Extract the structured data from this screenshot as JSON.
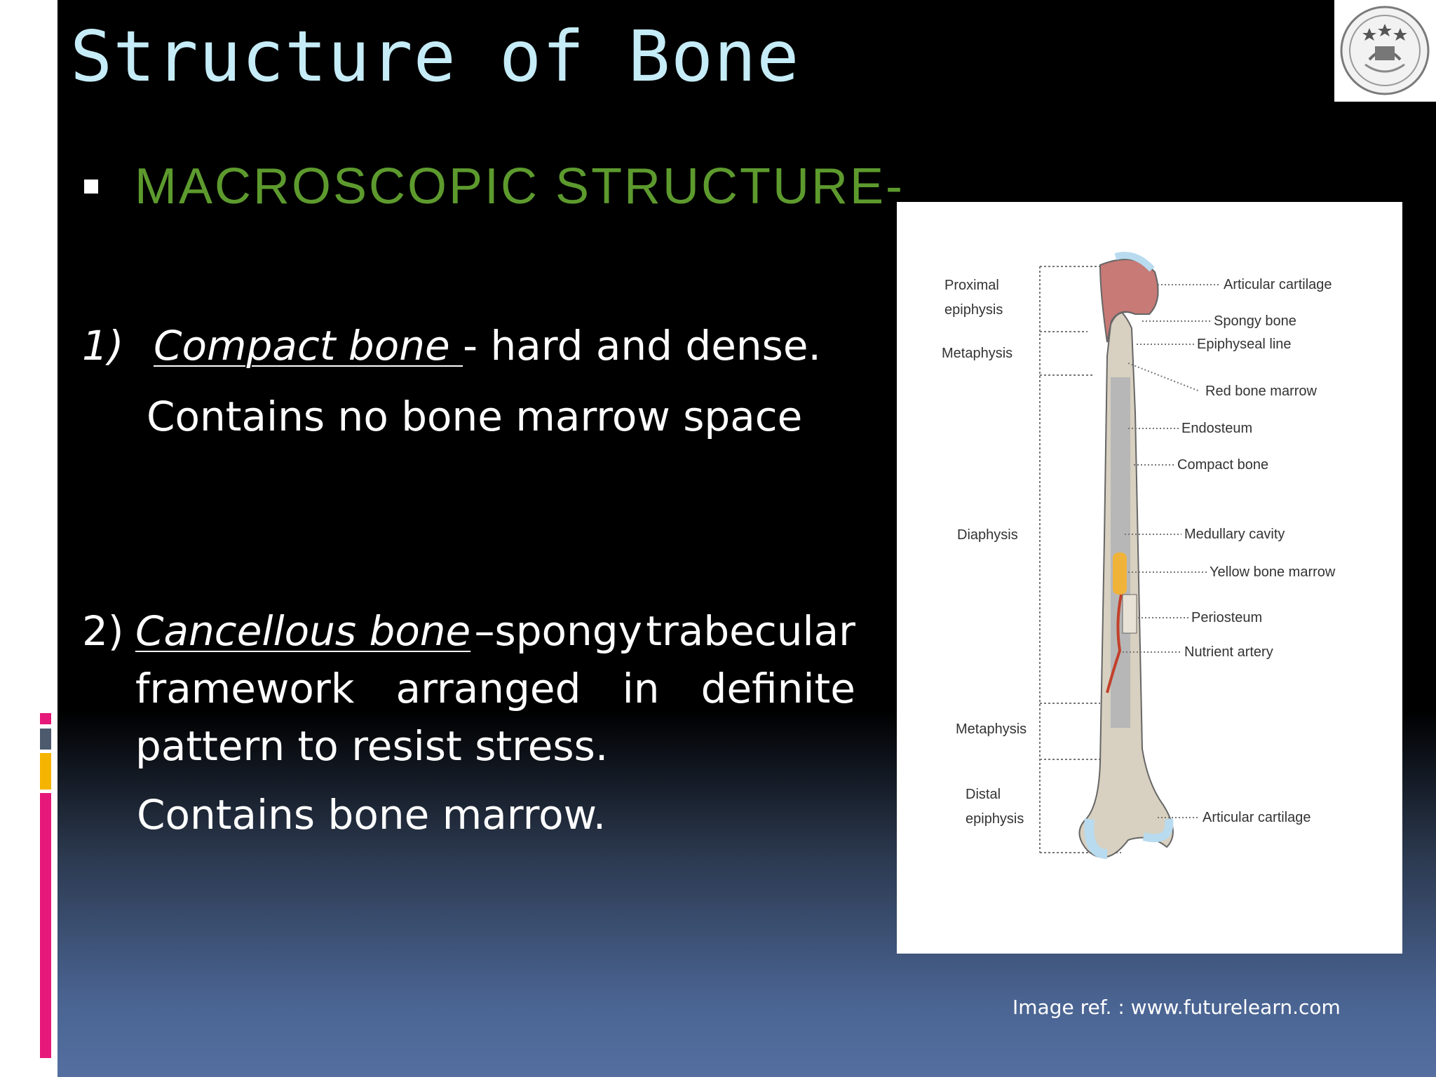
{
  "slide": {
    "title": "Structure of Bone",
    "heading": "MACROSCOPIC  STRUCTURE-",
    "item1": {
      "number": "1)",
      "term": "Compact bone ",
      "definition": "- hard and dense.",
      "note": "Contains no bone marrow space"
    },
    "item2": {
      "number": "2)",
      "term": "Cancellous  bone ",
      "line1_words": [
        "–spongy",
        "trabecular"
      ],
      "line2_words": [
        "framework",
        "arranged",
        "in",
        "definite"
      ],
      "line3": "pattern to resist stress.",
      "note": "Contains bone marrow."
    },
    "caption": "Image ref. : www.futurelearn.com"
  },
  "figure": {
    "left_labels": {
      "proximal_1": "Proximal",
      "proximal_2": "epiphysis",
      "metaphysis_top": "Metaphysis",
      "diaphysis": "Diaphysis",
      "metaphysis_bottom": "Metaphysis",
      "distal_1": "Distal",
      "distal_2": "epiphysis"
    },
    "right_labels": {
      "articular_top": "Articular cartilage",
      "spongy": "Spongy bone",
      "epiphyseal": "Epiphyseal line",
      "red_marrow": "Red bone marrow",
      "endosteum": "Endosteum",
      "compact": "Compact bone",
      "medullary": "Medullary cavity",
      "yellow_marrow": "Yellow bone marrow",
      "periosteum": "Periosteum",
      "nutrient": "Nutrient artery",
      "articular_bottom": "Articular cartilage"
    }
  },
  "colors": {
    "title": "#c5ecf7",
    "heading": "#5d9a2e",
    "deco_pink": "#e6197a",
    "deco_yellow": "#f5b400",
    "deco_gray": "#4d5a6e"
  },
  "icons": {
    "logo": "institution-emblem",
    "deco_bars": "decorative-bars",
    "bullet": "square-bullet"
  }
}
